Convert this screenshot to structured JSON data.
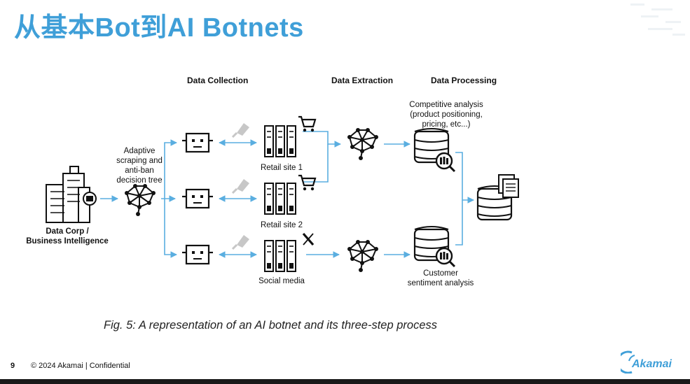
{
  "slide": {
    "title": "从基本Bot到AI Botnets"
  },
  "diagram": {
    "stage_headers": {
      "collection": "Data Collection",
      "extraction": "Data Extraction",
      "processing": "Data Processing"
    },
    "source_label_line1": "Data Corp /",
    "source_label_line2": "Business Intelligence",
    "decision_label_line1": "Adaptive",
    "decision_label_line2": "scraping and",
    "decision_label_line3": "anti-ban",
    "decision_label_line4": "decision tree",
    "targets": [
      {
        "label": "Retail site 1",
        "icon": "shopping-cart-icon"
      },
      {
        "label": "Retail site 2",
        "icon": "shopping-cart-icon"
      },
      {
        "label": "Social media",
        "icon": "x-logo-icon"
      }
    ],
    "competitive_label_line1": "Competitive analysis",
    "competitive_label_line2": "(product positioning,",
    "competitive_label_line3": "pricing, etc...)",
    "customer_label_line1": "Customer",
    "customer_label_line2": "sentiment analysis",
    "caption": "Fig. 5: A representation of an AI botnet and its three-step process"
  },
  "footer": {
    "page_number": "9",
    "text": "© 2024 Akamai | Confidential",
    "brand": "Akamai"
  },
  "colors": {
    "title": "#3f9fd8",
    "arrow": "#5aaee0",
    "icon_stroke": "#111111",
    "brand": "#3f9fd8"
  }
}
